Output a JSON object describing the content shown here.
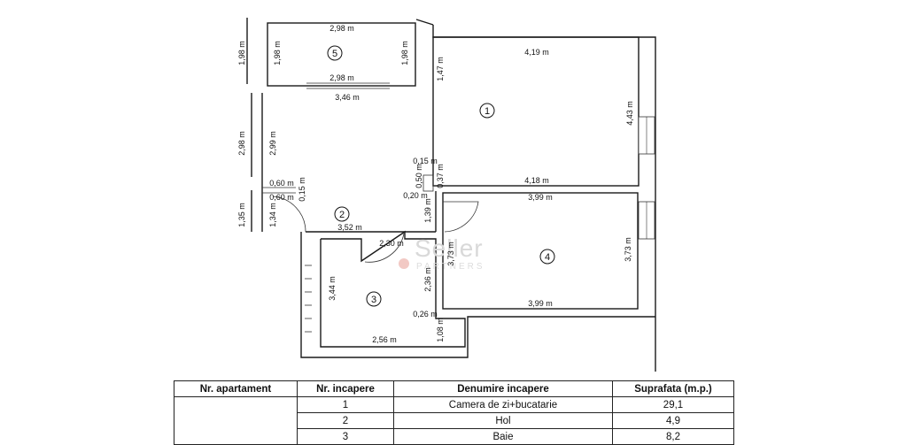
{
  "plan": {
    "rooms": [
      {
        "id": "room-1",
        "number": "1"
      },
      {
        "id": "room-2",
        "number": "2"
      },
      {
        "id": "room-3",
        "number": "3"
      },
      {
        "id": "room-4",
        "number": "4"
      },
      {
        "id": "room-5",
        "number": "5"
      }
    ],
    "dimensions": {
      "r5_top": "2,98 m",
      "r5_bottom": "2,98 m",
      "r5_left": "1,98 m",
      "r5_right": "1,98 m",
      "r5_far_left": "1,98 m",
      "hall_top": "3,46 m",
      "r1_top": "4,19 m",
      "r1_bottom": "4,18 m",
      "r1_left": "1,47 m",
      "r1_right": "4,43 m",
      "left_outer": "2,98 m",
      "left_inner": "2,99 m",
      "stub_a": "0,60 m",
      "stub_b": "0,60 m",
      "stub_c": "0,15 m",
      "lower_left_outer": "1,35 m",
      "lower_left_inner": "1,34 m",
      "hall_bottom": "3,52 m",
      "niche_top": "0,15 m",
      "niche_a": "0,50 m",
      "niche_b": "0,37 m",
      "niche_c": "0,20 m",
      "hall_right": "1,39 m",
      "r4_top": "3,99 m",
      "r4_bottom": "3,99 m",
      "r4_left": "3,73 m",
      "r4_right": "3,73 m",
      "r3_top": "2,30 m",
      "r3_left": "3,44 m",
      "r3_right": "2,36 m",
      "r3_step": "0,26 m",
      "r3_step_side": "1,08 m",
      "r3_bottom": "2,56 m"
    },
    "watermark": {
      "main": "Seller",
      "sub": "PARTNERS"
    }
  },
  "table": {
    "headers": [
      "Nr. apartament",
      "Nr. incapere",
      "Denumire incapere",
      "Suprafata (m.p.)"
    ],
    "rows": [
      {
        "nr_apt": "",
        "nr": "1",
        "name": "Camera de zi+bucatarie",
        "area": "29,1"
      },
      {
        "nr_apt": "",
        "nr": "2",
        "name": "Hol",
        "area": "4,9"
      },
      {
        "nr_apt": "",
        "nr": "3",
        "name": "Baie",
        "area": "8,2"
      }
    ]
  }
}
